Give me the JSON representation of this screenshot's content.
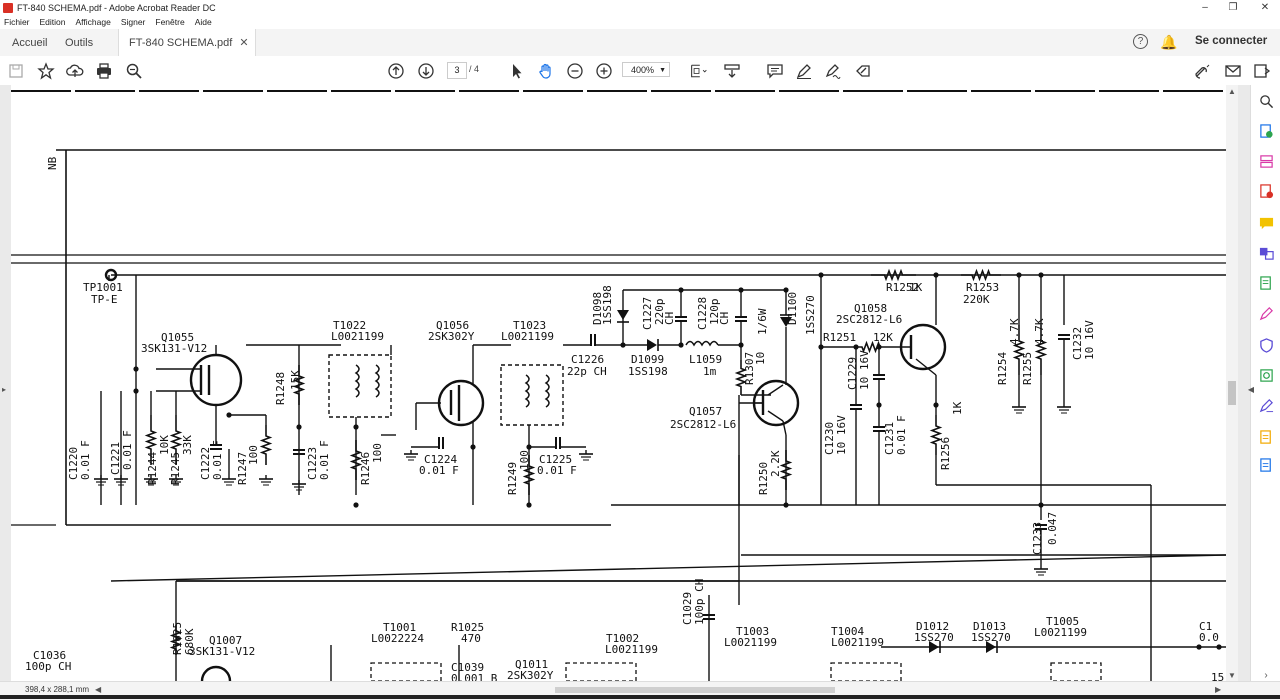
{
  "window": {
    "title": "FT-840 SCHEMA.pdf - Adobe Acrobat Reader DC",
    "controls": [
      "minimize",
      "restore",
      "close"
    ]
  },
  "menu": [
    "Fichier",
    "Edition",
    "Affichage",
    "Signer",
    "Fenêtre",
    "Aide"
  ],
  "tabs": {
    "home": "Accueil",
    "tools": "Outils",
    "document": "FT-840 SCHEMA.pdf",
    "help": "?",
    "signin": "Se connecter"
  },
  "toolbar": {
    "current_page": "3",
    "total_pages": "/ 4",
    "zoom": "400%"
  },
  "status": {
    "page_dimensions": "398,4 x 288,1 mm"
  },
  "schematic": {
    "labels": [
      "NB",
      "TP1001",
      "TP-E",
      "Q1055",
      "3SK131-V12",
      "T1022",
      "L0021199",
      "Q1056",
      "2SK302Y",
      "T1023",
      "L0021199",
      "D1098",
      "1SS198",
      "C1227",
      "220p",
      "CH",
      "C1228",
      "120p",
      "CH",
      "D1100",
      "1SS270",
      "1/6W",
      "Q1058",
      "2SC2812-L6",
      "R1252",
      "1K",
      "R1253",
      "220K",
      "R1251",
      "12K",
      "C1226",
      "22p CH",
      "D1099",
      "1SS198",
      "L1059",
      "1m",
      "R1307",
      "10",
      "Q1057",
      "2SC2812-L6",
      "R1248",
      "15K",
      "C1220",
      "0.01 F",
      "C1221",
      "0.01 F",
      "R1244",
      "10K",
      "R1245",
      "33K",
      "C1222",
      "0.01 F",
      "R1247",
      "100",
      "C1223",
      "0.01 F",
      "R1246",
      "100",
      "C1224",
      "0.01 F",
      "R1249",
      "100",
      "C1225",
      "0.01 F",
      "R1250",
      "2.2K",
      "C1230",
      "10 16V",
      "C1229",
      "10 16V",
      "C1231",
      "0.01 F",
      "R1256",
      "1K",
      "R1254",
      "4.7K",
      "R1255",
      "4.7K",
      "C1232",
      "10 16V",
      "C1233",
      "0.047",
      "R1025",
      "680K",
      "Q1007",
      "3SK131-V12",
      "C1036",
      "100p CH",
      "T1001",
      "L0022224",
      "R1025",
      "470",
      "C1039",
      "0.001 B",
      "Q1011",
      "2SK302Y",
      "C1029",
      "100p CH",
      "T1002",
      "L0021199",
      "T1003",
      "L0021199",
      "T1004",
      "L0021199",
      "D1012",
      "1SS270",
      "D1013",
      "1SS270",
      "T1005",
      "L0021199",
      "C1",
      "0.0",
      "15"
    ]
  }
}
